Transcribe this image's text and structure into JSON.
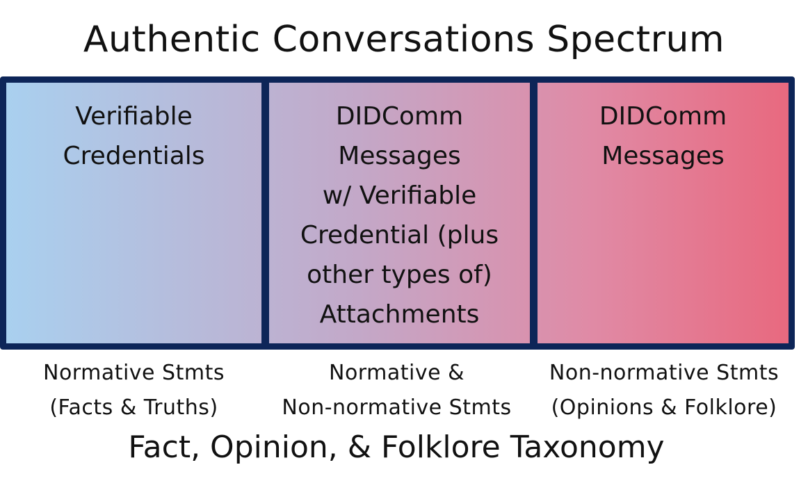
{
  "title": "Authentic Conversations Spectrum",
  "columns": [
    {
      "heading": "Verifiable\nCredentials",
      "caption": "Normative  Stmts\n(Facts & Truths)"
    },
    {
      "heading": "DIDComm\nMessages\nw/ Verifiable\nCredential (plus\nother types of)\nAttachments",
      "caption": "Normative  &\nNon-normative  Stmts"
    },
    {
      "heading": "DIDComm\nMessages",
      "caption": "Non-normative  Stmts\n(Opinions & Folklore)"
    }
  ],
  "footer": "Fact, Opinion, & Folklore Taxonomy",
  "colors": {
    "border": "#0d2558",
    "gradient_start": "#a9d0ef",
    "gradient_end": "#e8697f"
  }
}
